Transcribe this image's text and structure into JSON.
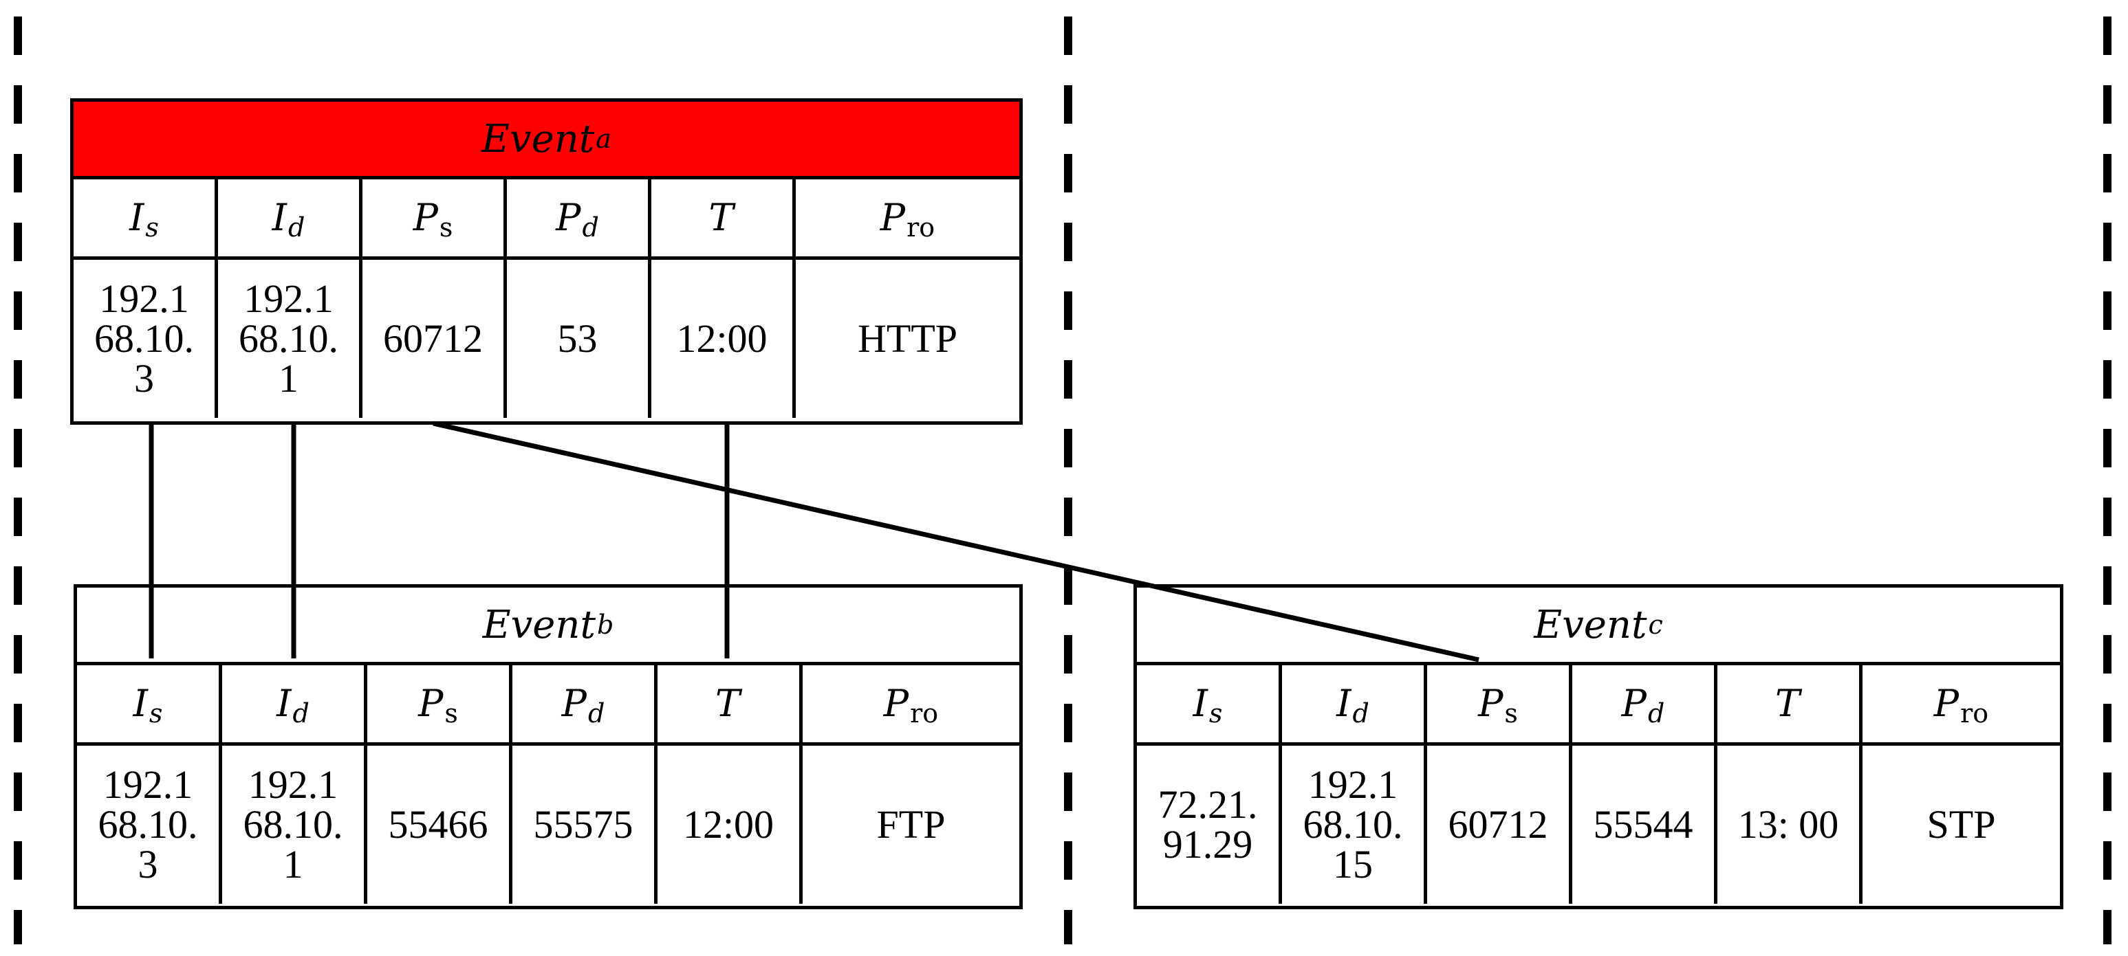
{
  "events": [
    {
      "id": "a",
      "title_base": "Event",
      "title_sub": "a",
      "highlight_color": "#ff0000",
      "headers": [
        {
          "base": "I",
          "sub": "s"
        },
        {
          "base": "I",
          "sub": "d"
        },
        {
          "base": "P",
          "sub": "s"
        },
        {
          "base": "P",
          "sub": "d"
        },
        {
          "base": "T",
          "sub": ""
        },
        {
          "base": "P",
          "sub": "ro"
        }
      ],
      "values": [
        "192.1\n68.10.\n3",
        "192.1\n68.10.\n1",
        "60712",
        "53",
        "12:00",
        "HTTP"
      ]
    },
    {
      "id": "b",
      "title_base": "Event",
      "title_sub": "b",
      "headers": [
        {
          "base": "I",
          "sub": "s"
        },
        {
          "base": "I",
          "sub": "d"
        },
        {
          "base": "P",
          "sub": "s"
        },
        {
          "base": "P",
          "sub": "d"
        },
        {
          "base": "T",
          "sub": ""
        },
        {
          "base": "P",
          "sub": "ro"
        }
      ],
      "values": [
        "192.1\n68.10.\n3",
        "192.1\n68.10.\n1",
        "55466",
        "55575",
        "12:00",
        "FTP"
      ]
    },
    {
      "id": "c",
      "title_base": "Event",
      "title_sub": "c",
      "headers": [
        {
          "base": "I",
          "sub": "s"
        },
        {
          "base": "I",
          "sub": "d"
        },
        {
          "base": "P",
          "sub": "s"
        },
        {
          "base": "P",
          "sub": "d"
        },
        {
          "base": "T",
          "sub": ""
        },
        {
          "base": "P",
          "sub": "ro"
        }
      ],
      "values": [
        "72.21.\n91.29",
        "192.1\n68.10.\n15",
        "60712",
        "55544",
        "13: 00",
        "STP"
      ]
    }
  ],
  "links": [
    {
      "from": "a.I_s",
      "to": "b.I_s"
    },
    {
      "from": "a.I_d",
      "to": "b.I_d"
    },
    {
      "from": "a.T",
      "to": "b.T"
    },
    {
      "from": "a.P_s",
      "to": "c.P_s"
    }
  ]
}
